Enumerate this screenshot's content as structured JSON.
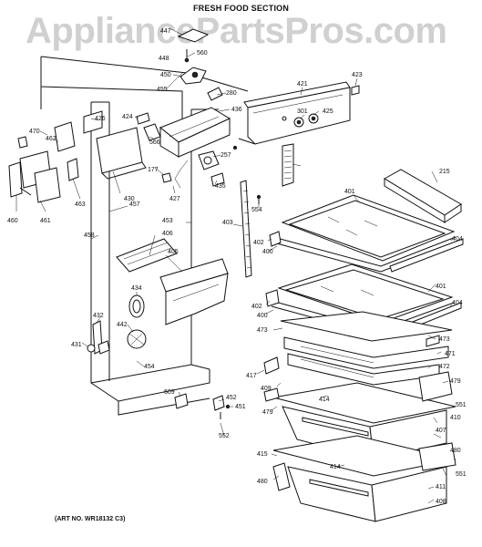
{
  "header": {
    "title": "FRESH FOOD SECTION"
  },
  "watermark": {
    "text": "AppliancePartsPros.com"
  },
  "footer": {
    "art_no": "(ART NO. WR18132 C3)"
  },
  "parts": [
    "447",
    "448",
    "560",
    "450",
    "455",
    "280",
    "436",
    "421",
    "423",
    "301",
    "425",
    "426",
    "424",
    "566",
    "470",
    "462",
    "257",
    "177",
    "427",
    "435",
    "215",
    "460",
    "461",
    "463",
    "430",
    "457",
    "458",
    "453",
    "403",
    "554",
    "401",
    "402",
    "400",
    "406",
    "405",
    "404",
    "434",
    "432",
    "442",
    "431",
    "473",
    "471",
    "472",
    "454",
    "417",
    "409",
    "414",
    "479",
    "551",
    "410",
    "609",
    "452",
    "451",
    "552",
    "407",
    "415",
    "480",
    "411",
    "408"
  ]
}
